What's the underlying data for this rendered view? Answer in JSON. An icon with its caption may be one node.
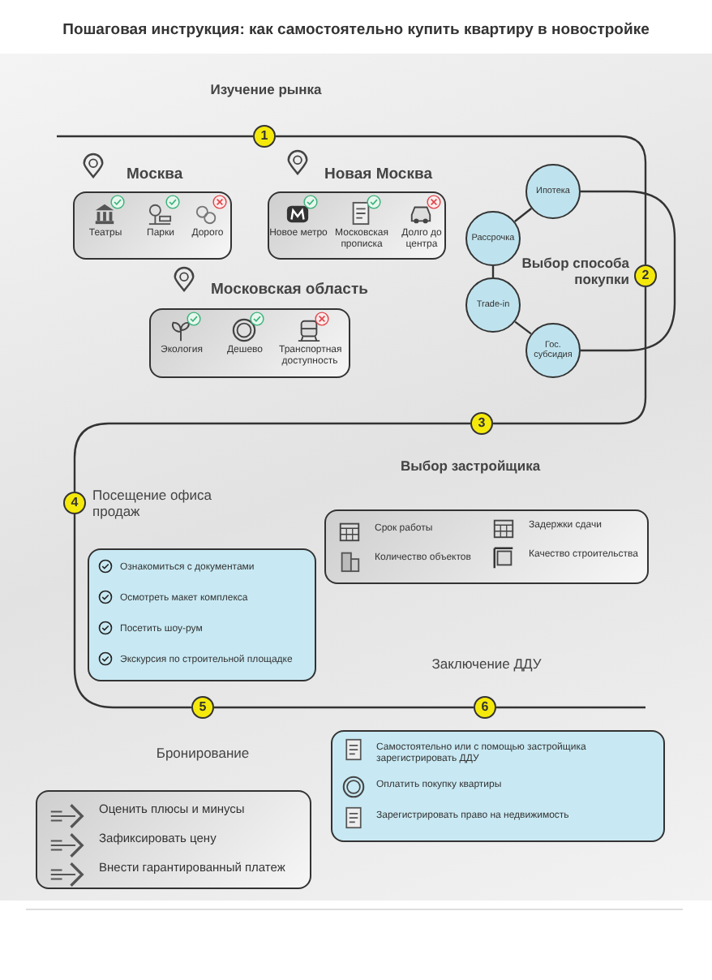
{
  "diagram": {
    "title": "Пошаговая инструкция: как самостоятельно купить квартиру в новостройке",
    "nodes": [
      {
        "text": [
          "1"
        ],
        "beside": [
          "Изучение рынка"
        ]
      },
      {
        "text": [
          "2"
        ],
        "beside": [
          "Выбор способа покупки"
        ]
      },
      {
        "text": [
          "3"
        ],
        "beside": [
          "Выбор застройщика"
        ]
      },
      {
        "text": [
          "4"
        ],
        "beside": [
          "Посещение офиса продаж"
        ]
      },
      {
        "text": [
          "5"
        ],
        "beside": [
          "Бронирование"
        ]
      },
      {
        "text": [
          "6"
        ],
        "beside": [
          "Заключение ДДУ"
        ]
      },
      {
        "text": [
          "Москва",
          "Театры",
          "Парки",
          "Дорого"
        ]
      },
      {
        "text": [
          "Новая Москва",
          "Новое метро",
          "Московская прописка",
          "Долго до центра"
        ]
      },
      {
        "text": [
          "Московская область",
          "Экология",
          "Дешево",
          "Транспортная доступность"
        ]
      },
      {
        "text": [
          "Ипотека"
        ]
      },
      {
        "text": [
          "Рассрочка"
        ]
      },
      {
        "text": [
          "Trade-in"
        ]
      },
      {
        "text": [
          "Гос. субсидия"
        ]
      },
      {
        "text": [
          "Срок работы",
          "Задержки сдачи",
          "Количество объектов",
          "Качество строительства"
        ]
      },
      {
        "text": [
          "Ознакомиться с документами",
          "Осмотреть макет комплекса",
          "Посетить шоу-рум",
          "Экскурсия по строительной площадке"
        ]
      },
      {
        "text": [
          "Оценить плюсы и минусы",
          "Зафиксировать цену",
          "Внести гарантированный платеж"
        ]
      },
      {
        "text": [
          "Самостоятельно или с помощью застройщика зарегистрировать ДДУ",
          "Оплатить покупку квартиры",
          "Зарегистрировать право на недвижимость"
        ]
      }
    ],
    "edges": [
      {
        "from": null,
        "to": 0,
        "arrow": "none"
      },
      {
        "from": 0,
        "to": 1,
        "arrow": "none"
      },
      {
        "from": 1,
        "to": 2,
        "arrow": "none"
      },
      {
        "from": 2,
        "to": 3,
        "arrow": "none"
      },
      {
        "from": 3,
        "to": 4,
        "arrow": "none"
      },
      {
        "from": 4,
        "to": 5,
        "arrow": "none"
      },
      {
        "from": 5,
        "to": null,
        "arrow": "none"
      },
      {
        "from": 10,
        "to": 9,
        "arrow": "none"
      },
      {
        "from": 10,
        "to": 11,
        "arrow": "none"
      },
      {
        "from": 11,
        "to": 12,
        "arrow": "none"
      },
      {
        "from": 9,
        "to": 12,
        "arrow": "none"
      }
    ]
  }
}
